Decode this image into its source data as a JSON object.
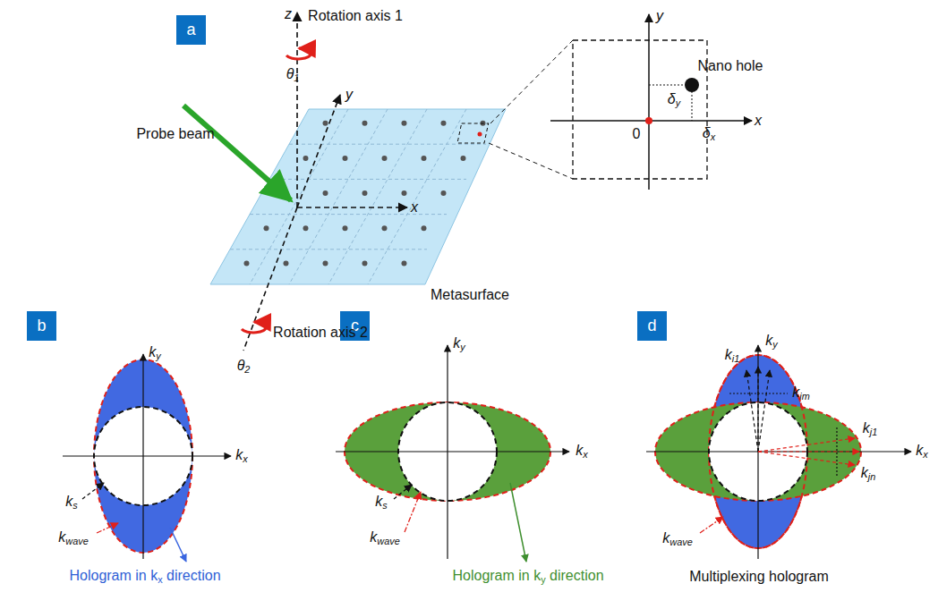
{
  "diagram": {
    "nodes": [
      {
        "text": [
          "a"
        ]
      },
      {
        "text": [
          "b"
        ]
      },
      {
        "text": [
          "c"
        ]
      },
      {
        "text": [
          "d"
        ]
      }
    ],
    "labels": [
      "z",
      "Rotation axis 1",
      "θ1",
      "Probe beam",
      "y",
      "x",
      "Metasurface",
      "Rotation axis 2",
      "θ2",
      "y",
      "Nano hole",
      "δy",
      "0",
      "δx",
      "x",
      "ky",
      "kx",
      "ks",
      "kwave",
      "Hologram in kx direction",
      "ky",
      "kx",
      "ks",
      "kwave",
      "Hologram in ky direction",
      "ky",
      "ki1",
      "kim",
      "kj1",
      "kx",
      "kjn",
      "kwave",
      "Multiplexing hologram"
    ]
  }
}
